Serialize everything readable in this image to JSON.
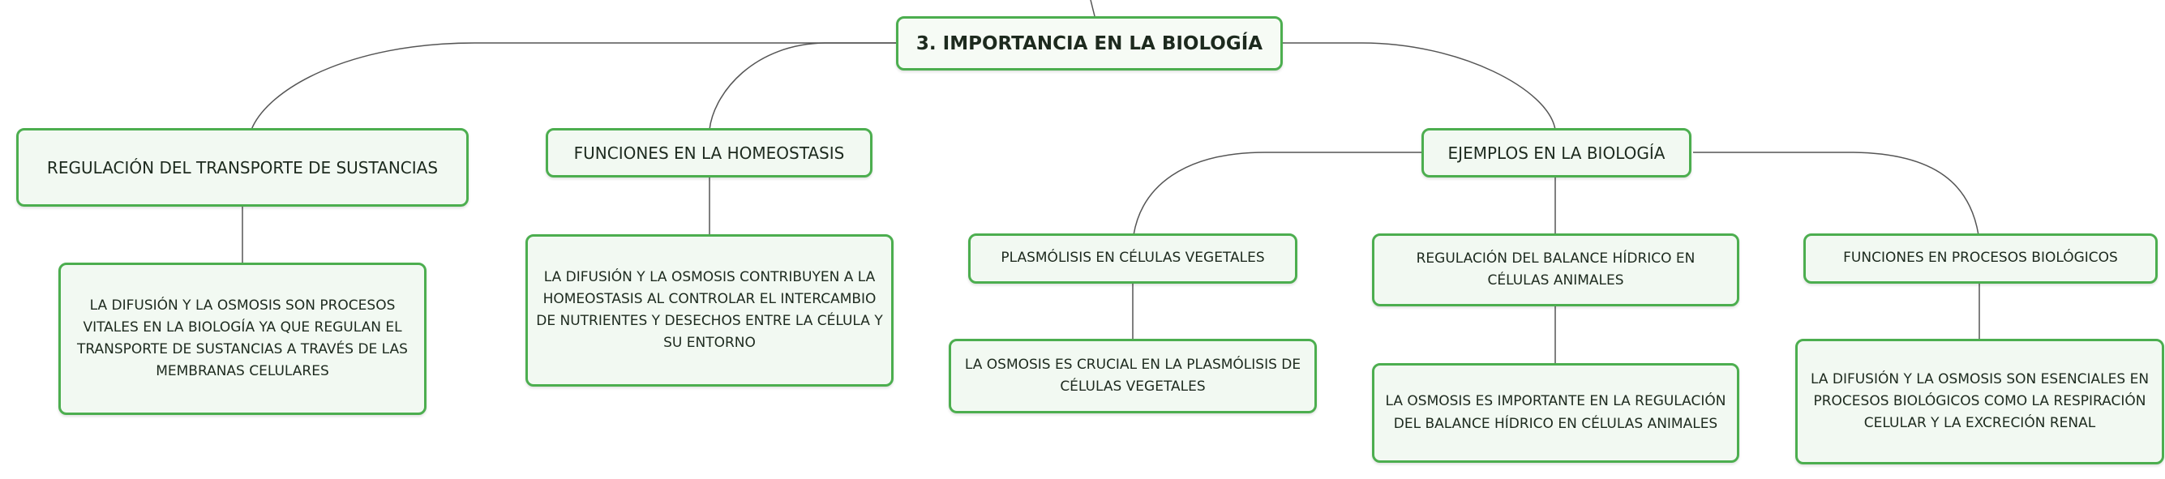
{
  "root": {
    "label": "3. IMPORTANCIA EN LA BIOLOGÍA"
  },
  "branches": [
    {
      "label": "REGULACIÓN DEL TRANSPORTE DE SUSTANCIAS",
      "detail": "LA DIFUSIÓN Y LA OSMOSIS SON PROCESOS VITALES EN LA BIOLOGÍA YA QUE REGULAN EL TRANSPORTE DE SUSTANCIAS A TRAVÉS DE LAS MEMBRANAS CELULARES"
    },
    {
      "label": "FUNCIONES EN LA HOMEOSTASIS",
      "detail": "LA DIFUSIÓN Y LA OSMOSIS CONTRIBUYEN A LA HOMEOSTASIS AL CONTROLAR EL INTERCAMBIO DE NUTRIENTES Y DESECHOS ENTRE LA CÉLULA Y SU ENTORNO"
    },
    {
      "label": "EJEMPLOS EN LA BIOLOGÍA",
      "children": [
        {
          "label": "PLASMÓLISIS EN CÉLULAS VEGETALES",
          "detail": "LA OSMOSIS ES CRUCIAL EN LA PLASMÓLISIS DE CÉLULAS VEGETALES"
        },
        {
          "label": "REGULACIÓN DEL BALANCE HÍDRICO EN CÉLULAS ANIMALES",
          "detail": "LA OSMOSIS ES IMPORTANTE EN LA REGULACIÓN DEL BALANCE HÍDRICO EN CÉLULAS ANIMALES"
        },
        {
          "label": "FUNCIONES EN PROCESOS BIOLÓGICOS",
          "detail": "LA DIFUSIÓN Y LA OSMOSIS SON ESENCIALES EN PROCESOS BIOLÓGICOS COMO LA RESPIRACIÓN CELULAR Y LA EXCRECIÓN RENAL"
        }
      ]
    }
  ],
  "colors": {
    "node_border": "#4cae4f",
    "node_fill": "#f2f9f2",
    "connector": "#555555",
    "text": "#1d2a1e"
  }
}
